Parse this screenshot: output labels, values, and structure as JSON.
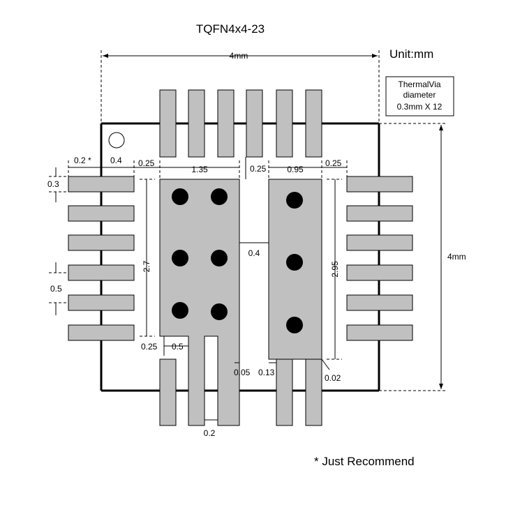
{
  "title": "TQFN4x4-23",
  "unit": "Unit:mm",
  "thermal_via_note": [
    "ThermalVia",
    "diameter",
    "0.3mm X 12"
  ],
  "footnote": "*  Just Recommend",
  "dimensions": {
    "width_top": "4mm",
    "height_right": "4mm",
    "pad_ext": "0.2 *",
    "pad_len": "0.4",
    "gap_left": "0.25",
    "left_ep_width": "1.35",
    "top_gap": "0.25",
    "right_ep_width": "0.95",
    "gap_right": "0.25",
    "pad_width": "0.3",
    "pitch": "0.5",
    "left_ep_height": "2.7",
    "ep_gap": "0.4",
    "right_ep_height": "2.95",
    "notch_h": "0.25",
    "notch_w": "0.5",
    "left_clear": "0.05",
    "right_clear": "0.13",
    "corner_clear": "0.02",
    "bottom_pad_width": "0.2"
  }
}
